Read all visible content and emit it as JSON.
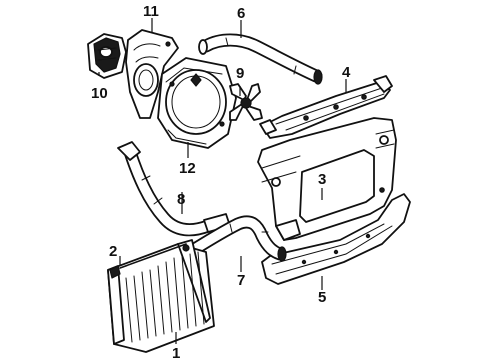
{
  "callouts": {
    "c1": "1",
    "c2": "2",
    "c3": "3",
    "c4": "4",
    "c5": "5",
    "c6": "6",
    "c7": "7",
    "c8": "8",
    "c9": "9",
    "c10": "10",
    "c11": "11",
    "c12": "12"
  }
}
